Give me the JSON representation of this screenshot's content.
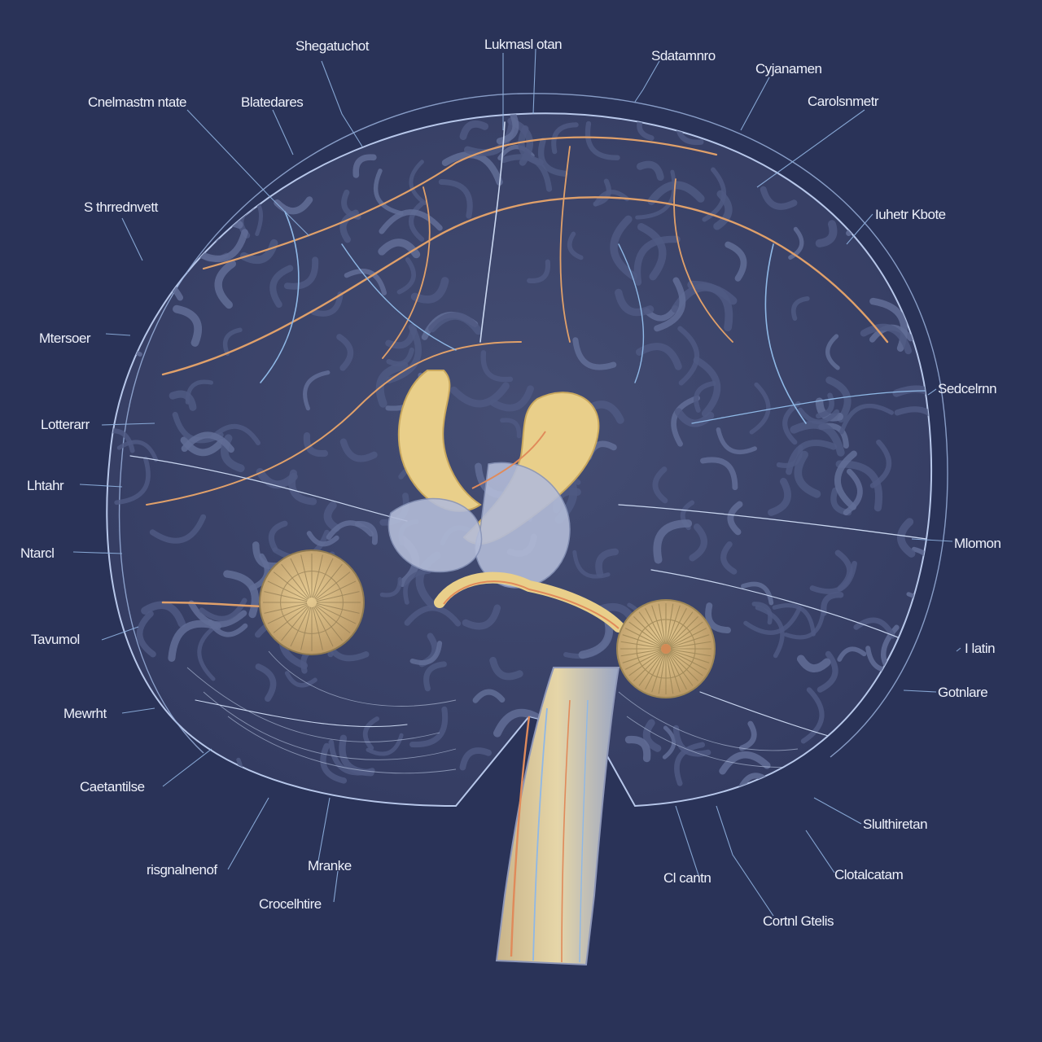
{
  "colors": {
    "background": "#2a3358",
    "brain_fill": "#3b4468",
    "gyri_stroke": "#5b6690",
    "artery_orange": "#e0a06a",
    "vein_blue": "#8fb8e6",
    "nerve_pale": "#c9d6f0",
    "ventricle_gold": "#e9cf8a",
    "label_text": "#eef1fb"
  },
  "labels": [
    {
      "id": "top-1",
      "text": "Shegatuchot"
    },
    {
      "id": "top-2",
      "text": "Lukmasl otan"
    },
    {
      "id": "top-3",
      "text": "Sdatamnro"
    },
    {
      "id": "top-4",
      "text": "Cyjanamen"
    },
    {
      "id": "top-5",
      "text": "Carolsnmetr"
    },
    {
      "id": "left-1",
      "text": "Cnelmastm ntate"
    },
    {
      "id": "left-2",
      "text": "Blatedares"
    },
    {
      "id": "left-3",
      "text": "S thrrednvett"
    },
    {
      "id": "left-4",
      "text": "Mtersoer"
    },
    {
      "id": "left-5",
      "text": "Lotterarr"
    },
    {
      "id": "left-6",
      "text": "Lhtahr"
    },
    {
      "id": "left-7",
      "text": "Ntarcl"
    },
    {
      "id": "left-8",
      "text": "Tavumol"
    },
    {
      "id": "left-9",
      "text": "Mewrht"
    },
    {
      "id": "left-10",
      "text": "Caetantilse"
    },
    {
      "id": "bottom-1",
      "text": "risgnalnenof"
    },
    {
      "id": "bottom-2",
      "text": "Mranke"
    },
    {
      "id": "bottom-3",
      "text": "Crocelhtire"
    },
    {
      "id": "bottom-4",
      "text": "Cl cantn"
    },
    {
      "id": "bottom-5",
      "text": "Cortnl Gtelis"
    },
    {
      "id": "right-1",
      "text": "Iuhetr Kbote"
    },
    {
      "id": "right-2",
      "text": "Sedcelrnn"
    },
    {
      "id": "right-3",
      "text": "Mlomon"
    },
    {
      "id": "right-4",
      "text": "I latin"
    },
    {
      "id": "right-5",
      "text": "Gotnlare"
    },
    {
      "id": "right-6",
      "text": "Slulthiretan"
    },
    {
      "id": "right-7",
      "text": "Clotalcatam"
    }
  ]
}
